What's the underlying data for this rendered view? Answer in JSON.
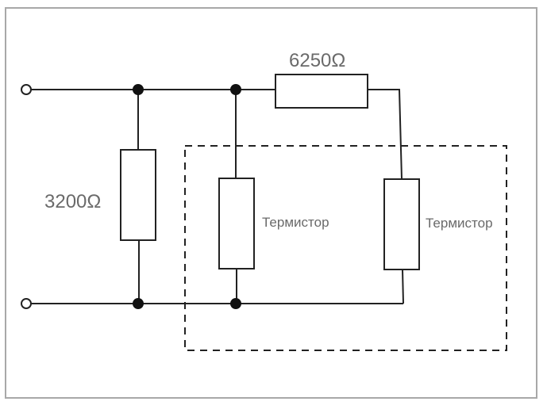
{
  "diagram": {
    "type": "electrical-circuit",
    "labels": {
      "series_resistor": "6250Ω",
      "shunt_resistor": "3200Ω",
      "thermistor_1": "Термистор",
      "thermistor_2": "Термистор"
    },
    "components": [
      {
        "id": "R1",
        "kind": "resistor",
        "value": "3200Ω",
        "connection": "parallel across input terminals"
      },
      {
        "id": "TH1",
        "kind": "thermistor",
        "label": "Термистор",
        "connection": "parallel across input terminals"
      },
      {
        "id": "R2",
        "kind": "resistor",
        "value": "6250Ω",
        "connection": "series with TH2"
      },
      {
        "id": "TH2",
        "kind": "thermistor",
        "label": "Термистор",
        "connection": "series with R2"
      }
    ],
    "terminals": [
      "input-top",
      "input-bottom"
    ],
    "enclosure": "dashed box around both thermistors"
  }
}
